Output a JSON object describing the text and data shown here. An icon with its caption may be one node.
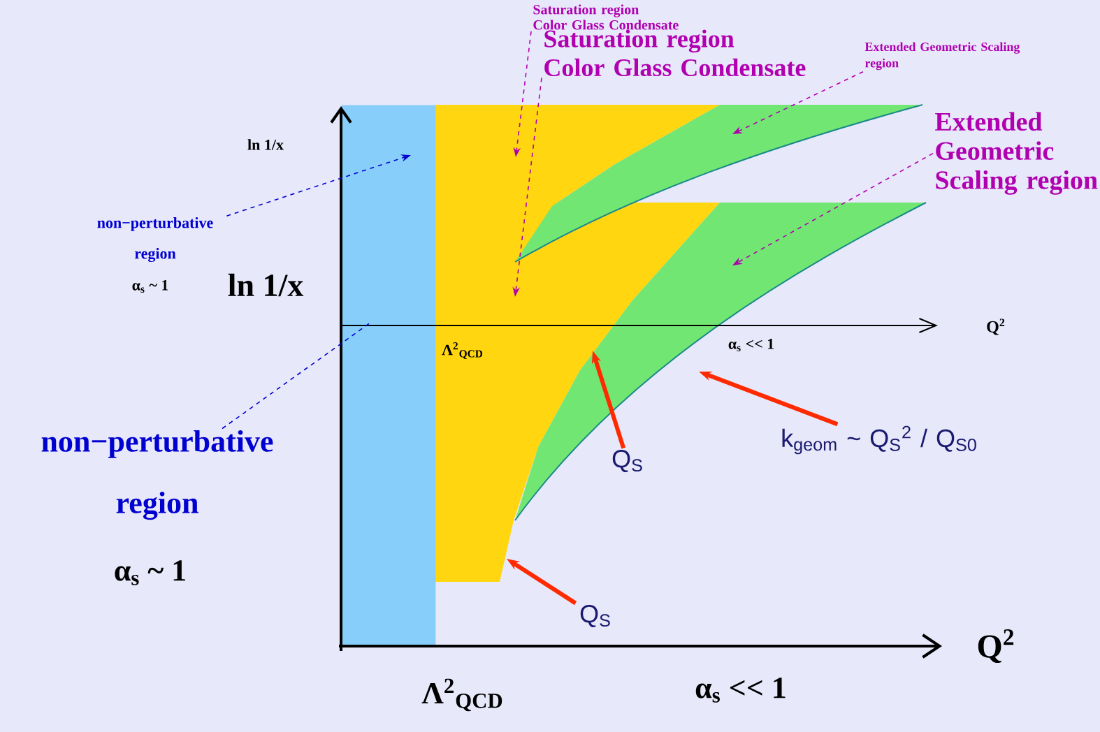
{
  "diagram": {
    "nodes": [
      {
        "text": [
          "non−perturbative region"
        ]
      },
      {
        "text": [
          "non−perturbative region"
        ]
      },
      {
        "text": [
          "Saturation region",
          "Color Glass Condensate"
        ]
      },
      {
        "text": [
          "Saturation region",
          "Color Glass Condensate"
        ]
      },
      {
        "text": [
          "Extended Geometric Scaling region"
        ]
      },
      {
        "text": [
          "Extended Geometric Scaling region"
        ]
      },
      {
        "text": [
          "Q$_{S}$"
        ]
      },
      {
        "text": [
          "Q$_{S}$"
        ]
      },
      {
        "text": [
          "k$_{geom}$ ~ Q$_{S}$$^{2}$ / Q$_{S0}$"
        ]
      },
      {
        "text": [],
        "shape": "bar"
      }
    ],
    "edges": [
      {
        "from": 0,
        "to": 9,
        "arrow": "none",
        "style": "dashed",
        "color": "#0000d0"
      },
      {
        "from": 1,
        "to": 9,
        "arrow": "to",
        "style": "dashed",
        "color": "#0000d0"
      },
      {
        "from": 2,
        "to": null,
        "arrow": "to",
        "style": "dashed",
        "color": "#b000b0"
      },
      {
        "from": 3,
        "to": null,
        "arrow": "to",
        "style": "dashed",
        "color": "#b000b0"
      },
      {
        "from": 4,
        "to": null,
        "arrow": "to",
        "style": "dashed",
        "color": "#b000b0"
      },
      {
        "from": 5,
        "to": null,
        "arrow": "to",
        "style": "dashed",
        "color": "#b000b0"
      },
      {
        "from": 6,
        "to": null,
        "arrow": "to",
        "style": "thick",
        "color": "#ff2a00"
      },
      {
        "from": 7,
        "to": null,
        "arrow": "to",
        "style": "thick",
        "color": "#ff2a00"
      },
      {
        "from": 8,
        "to": null,
        "arrow": "to",
        "style": "thick",
        "color": "#ff2a00"
      }
    ],
    "labels": [
      "ln 1/x",
      "α$_{s}$ ~ 1",
      "ln 1/x",
      "Q$^{2}$",
      "Λ$^{2}$$_{QCD}$",
      "α$_{s}$ << 1",
      "α$_{s}$ ~ 1",
      "Q$^{2}$",
      "Λ$^{2}$$_{QCD}$",
      "α$_{s}$ << 1"
    ]
  }
}
